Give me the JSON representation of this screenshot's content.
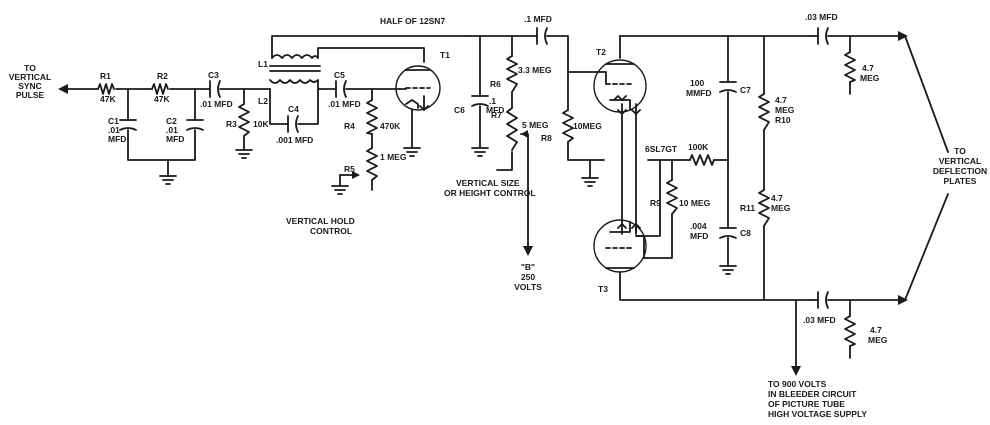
{
  "labels": {
    "to_vertical_sync": [
      "TO",
      "VERTICAL",
      "SYNC",
      "PULSE"
    ],
    "r1": "R1",
    "r1_val": "47K",
    "r2": "R2",
    "r2_val": "47K",
    "c1": [
      "C1",
      ".01",
      "MFD"
    ],
    "c2": [
      "C2",
      ".01",
      "MFD"
    ],
    "c3": "C3",
    "c3_val": ".01 MFD",
    "r3": "R3",
    "r3_val": "10K",
    "l1": "L1",
    "l2": "L2",
    "c4": "C4",
    "c4_val": ".001 MFD",
    "c5": "C5",
    "c5_val": ".01 MFD",
    "half_12sn7": "HALF OF 12SN7",
    "t1": "T1",
    "r4": "R4",
    "r4_val": "470K",
    "r5": "R5",
    "r5_val": "1 MEG",
    "vertical_hold": [
      "VERTICAL HOLD",
      "CONTROL"
    ],
    "c6": "C6",
    "c6_val": [
      ".1",
      "MFD"
    ],
    "c_top_val": ".1 MFD",
    "r6": "R6",
    "r6_val": "3.3 MEG",
    "r7": "R7",
    "r7_val": "5 MEG",
    "vertical_size": [
      "VERTICAL SIZE",
      "OR HEIGHT CONTROL"
    ],
    "r8": "R8",
    "r8_val": "10MEG",
    "b_plus": [
      "\"B\"",
      "250",
      "VOLTS"
    ],
    "t2": "T2",
    "t3": "T3",
    "tube_6sl7": "6SL7GT",
    "r9": "R9",
    "r9_val": "10 MEG",
    "r_100k": "100K",
    "c7": "C7",
    "c7_val": [
      "100",
      "MMFD"
    ],
    "c8": "C8",
    "c8_val": [
      ".004",
      "MFD"
    ],
    "r10": "R10",
    "r10_val": [
      "4.7",
      "MEG"
    ],
    "r11": "R11",
    "r11_val": [
      "4.7",
      "MEG"
    ],
    "out_top_cap": ".03 MFD",
    "out_top_res": [
      "4.7",
      "MEG"
    ],
    "out_bot_cap": ".03 MFD",
    "out_bot_res": [
      "4.7",
      "MEG"
    ],
    "to_deflection": [
      "TO",
      "VERTICAL",
      "DEFLECTION",
      "PLATES"
    ],
    "to_900v": [
      "TO 900 VOLTS",
      "IN BLEEDER CIRCUIT",
      "OF PICTURE TUBE",
      "HIGH VOLTAGE SUPPLY"
    ]
  }
}
